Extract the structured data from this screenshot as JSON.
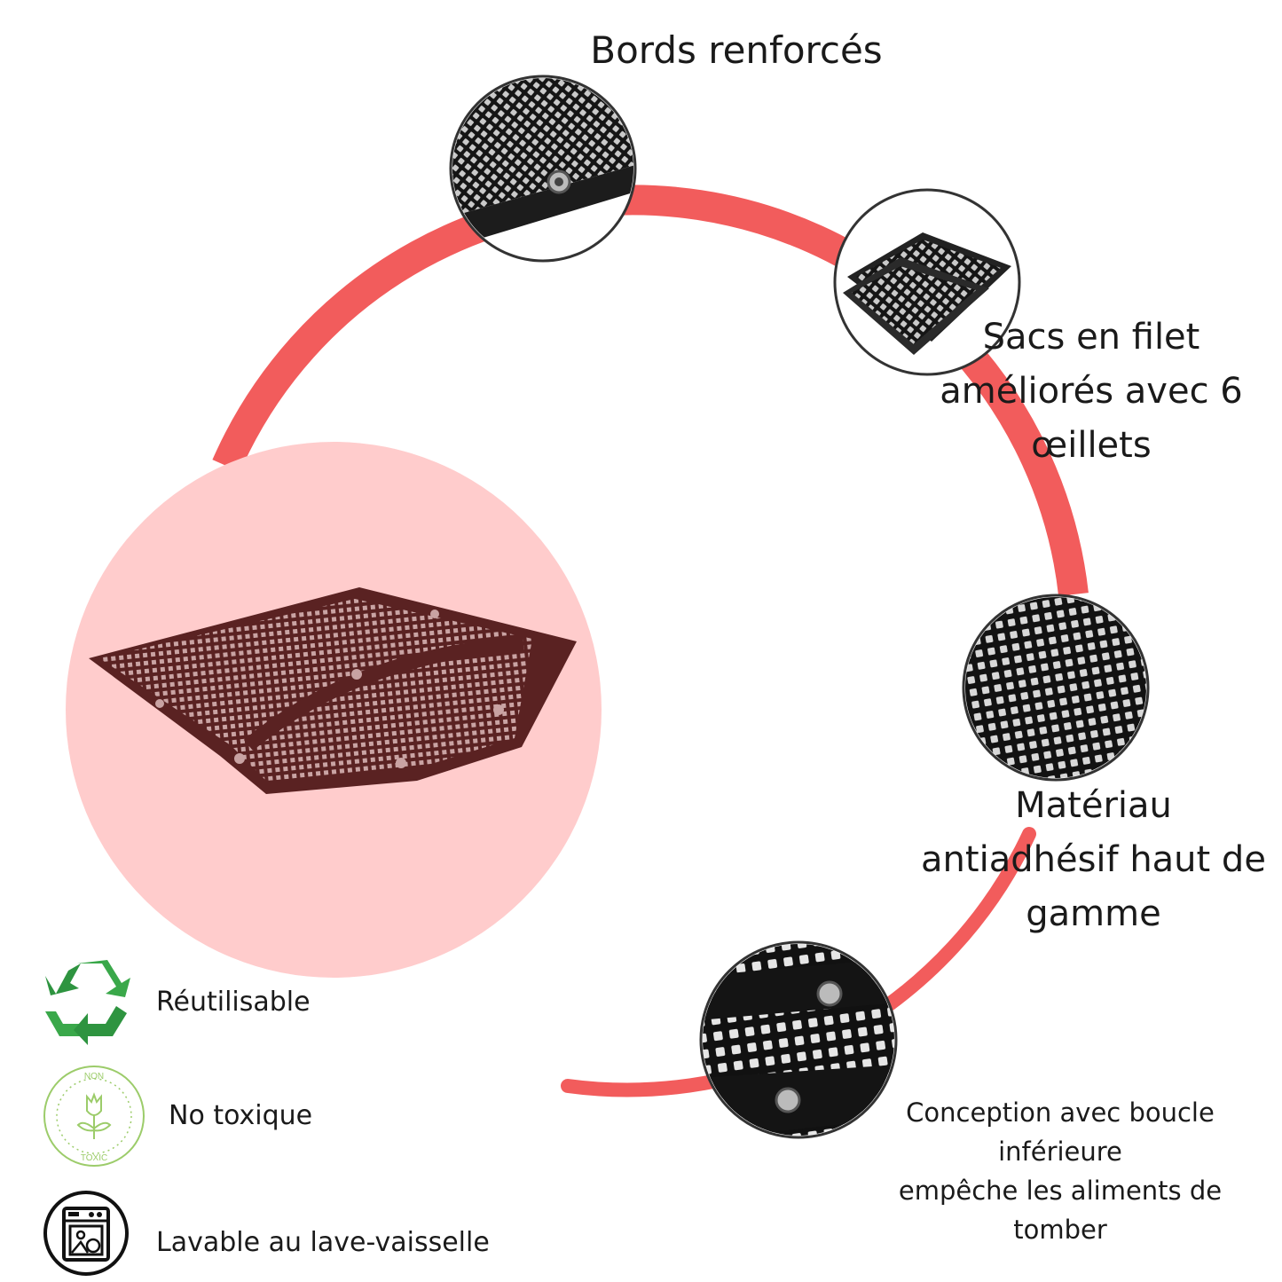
{
  "labels": {
    "top": "Bords renforcés",
    "sacs": [
      "Sacs en filet",
      "améliorés avec 6",
      "œillets"
    ],
    "materiau": [
      "Matériau",
      "antiadhésif haut de",
      "gamme"
    ],
    "conception": [
      "Conception avec boucle",
      "inférieure",
      "empêche les aliments de",
      "tomber"
    ]
  },
  "features": [
    {
      "label": "Réutilisable",
      "icon": "recycle-icon"
    },
    {
      "label": "No  toxique",
      "icon": "non-toxic-badge-icon",
      "badge_top": "NON",
      "badge_bottom": "TOXIC"
    },
    {
      "label": "Lavable au lave-vaisselle",
      "icon": "dishwasher-icon"
    }
  ],
  "colors": {
    "arc": "#f25c5c",
    "pink_circle": "#ffcccc",
    "product": "#5a2222",
    "recycle_green": "#3aa84a",
    "badge_green": "#9ccc6a"
  }
}
